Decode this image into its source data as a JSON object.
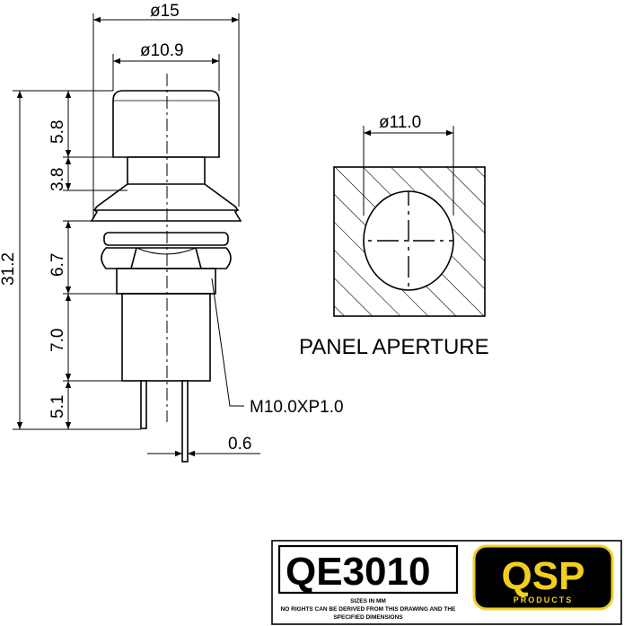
{
  "drawing": {
    "dims": {
      "outer_diameter": "ø15",
      "cap_diameter": "ø10.9",
      "cap_height": "5.8",
      "neck_height": "3.8",
      "total_length": "31.2",
      "thread_length": "6.7",
      "body_length": "7.0",
      "terminal_length": "5.1",
      "terminal_width": "0.6",
      "thread_spec": "M10.0XP1.0",
      "aperture_diameter": "ø11.0"
    },
    "panel_label": "PANEL APERTURE"
  },
  "title_block": {
    "part_number": "QE3010",
    "note_line1": "SIZES IN MM",
    "note_line2": "NO RIGHTS CAN BE DERIVED FROM THIS DRAWING AND THE",
    "note_line3": "SPECIFIED DIMENSIONS",
    "logo_text": "QSP",
    "logo_sub": "PRODUCTS",
    "logo_color": "#f2cf1f"
  }
}
